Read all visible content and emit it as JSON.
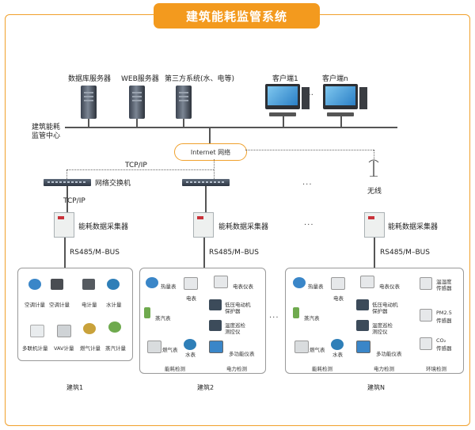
{
  "title": "建筑能耗监管系统",
  "top": {
    "db_server": "数据库服务器",
    "web_server": "WEB服务器",
    "third_party": "第三方系统(水、电等)",
    "client1": "客户端1",
    "clientn": "客户端n",
    "dots": "…",
    "center_label_1": "建筑能耗",
    "center_label_2": "监管中心"
  },
  "network": {
    "internet": "Internet 网络",
    "tcpip": "TCP/IP",
    "switch": "网络交换机",
    "tcpip2": "TCP/IP",
    "wireless": "无线",
    "dots": "···"
  },
  "collectors": {
    "c1": "能耗数据采集器",
    "c2": "能耗数据采集器",
    "c3": "能耗数据采集器",
    "rs1": "RS485/M–BUS",
    "rs2": "RS485/M–BUS",
    "rs3": "RS485/M–BUS",
    "dots": "···"
  },
  "building1": {
    "name": "建筑1",
    "items": [
      "空调计量",
      "空调计量",
      "电计量",
      "水计量",
      "多联机计量",
      "VAV计量",
      "燃气计量",
      "蒸汽计量"
    ]
  },
  "building2": {
    "name": "建筑2",
    "items": [
      "热量表",
      "电表",
      "蒸汽表",
      "燃气表",
      "水表",
      "电表仪表",
      "低压电动机",
      "保护器",
      "温度巡检",
      "测控仪",
      "多功能仪表"
    ],
    "sec1": "能耗检测",
    "sec2": "电力检测"
  },
  "buildingN": {
    "name": "建筑N",
    "items": [
      "热量表",
      "电表",
      "蒸汽表",
      "燃气表",
      "水表",
      "电表仪表",
      "低压电动机",
      "保护器",
      "温度巡检",
      "测控仪",
      "多功能仪表",
      "温湿度",
      "传感器",
      "PM2.5",
      "传感器",
      "CO₂",
      "传感器"
    ],
    "sec1": "能耗检测",
    "sec2": "电力检测",
    "sec3": "环境检测"
  },
  "mid_dots": "···",
  "colors": {
    "accent": "#f39a1e",
    "line": "#555555"
  }
}
